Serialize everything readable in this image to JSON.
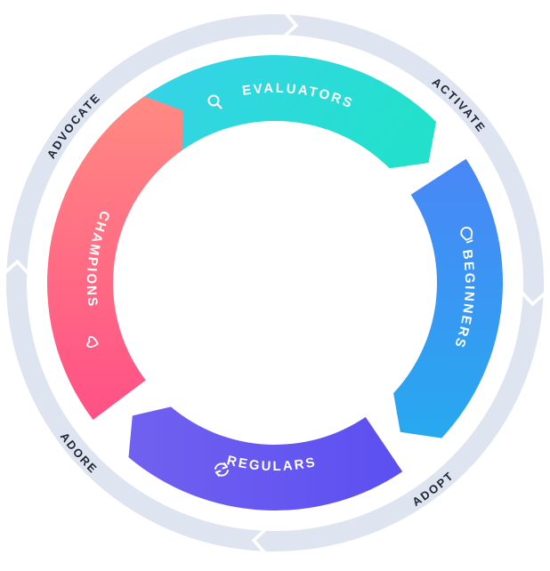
{
  "outer_ring": {
    "labels": [
      "ACTIVATE",
      "ADOPT",
      "ADORE",
      "ADVOCATE"
    ],
    "color": "#dfe4f1"
  },
  "stages": [
    {
      "label": "EVALUATORS",
      "icon": "search-icon",
      "color_start": "#3ad0ee",
      "color_end": "#23e0cc"
    },
    {
      "label": "BEGINNERS",
      "icon": "lightbulb-icon",
      "color_start": "#4a86f7",
      "color_end": "#27a9ef"
    },
    {
      "label": "REGULARS",
      "icon": "refresh-icon",
      "color_start": "#7161f0",
      "color_end": "#5c4ff1"
    },
    {
      "label": "CHAMPIONS",
      "icon": "heart-icon",
      "color_start": "#ff5086",
      "color_end": "#ff8a82"
    }
  ]
}
